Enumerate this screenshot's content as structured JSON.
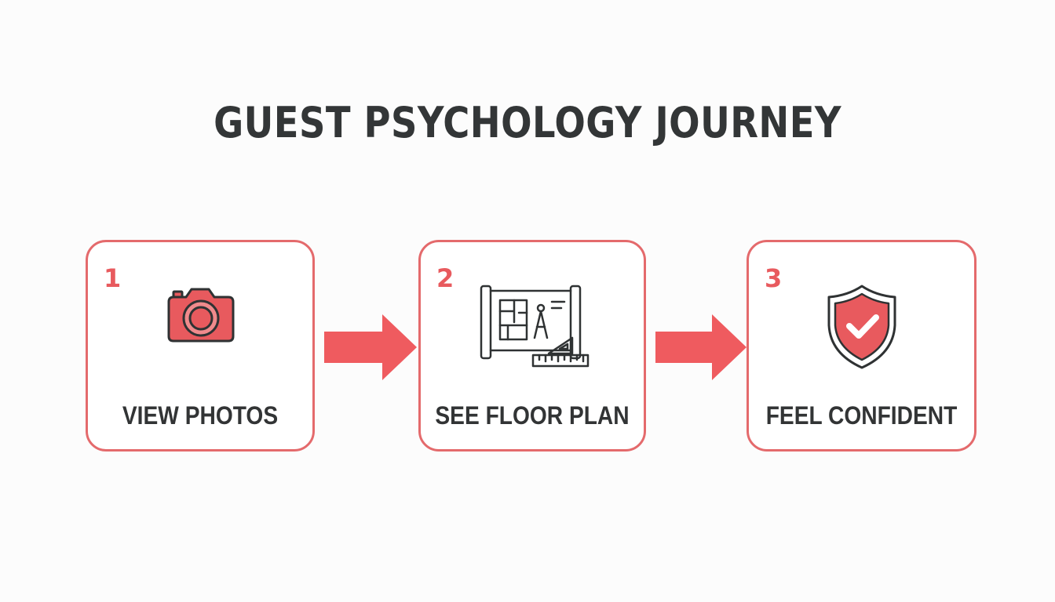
{
  "title": "GUEST PSYCHOLOGY JOURNEY",
  "colors": {
    "accent": "#e85a5e",
    "border": "#e46a6c",
    "text": "#333637",
    "background": "#fcfcfc"
  },
  "steps": [
    {
      "number": "1",
      "label": "VIEW PHOTOS",
      "icon": "camera-icon"
    },
    {
      "number": "2",
      "label": "SEE FLOOR PLAN",
      "icon": "blueprint-icon"
    },
    {
      "number": "3",
      "label": "FEEL CONFIDENT",
      "icon": "shield-check-icon"
    }
  ],
  "connectors": [
    "arrow-right-icon",
    "arrow-right-icon"
  ]
}
